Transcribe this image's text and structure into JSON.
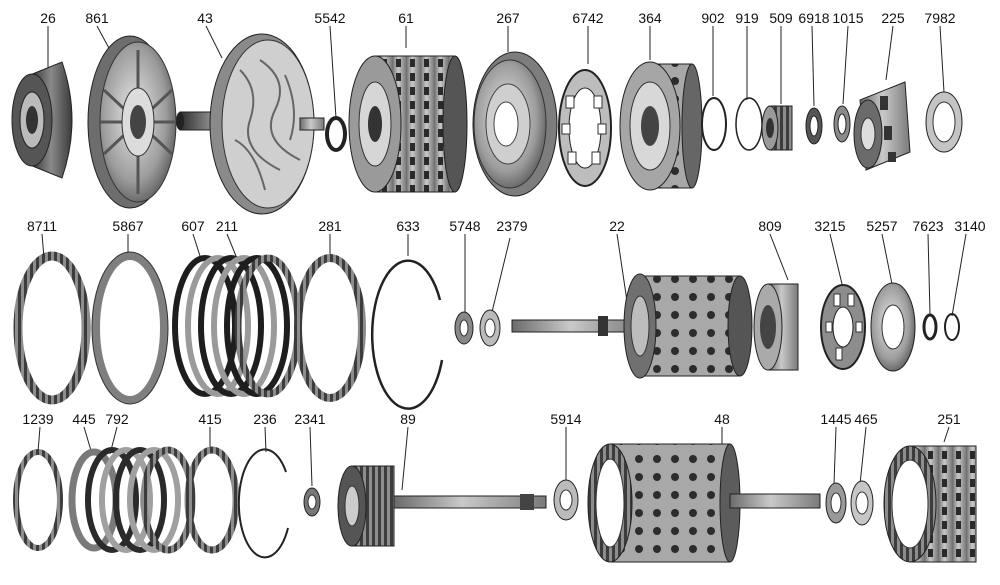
{
  "diagram": {
    "rows": [
      {
        "parts": [
          {
            "label": "26",
            "icon": "pump-cover-icon"
          },
          {
            "label": "861",
            "icon": "pump-body-icon"
          },
          {
            "label": "43",
            "icon": "stator-support-shaft-icon"
          },
          {
            "label": "5542",
            "icon": "seal-ring-icon"
          },
          {
            "label": "61",
            "icon": "clutch-drum-icon"
          },
          {
            "label": "267",
            "icon": "piston-icon"
          },
          {
            "label": "6742",
            "icon": "return-spring-icon"
          },
          {
            "label": "364",
            "icon": "hub-icon"
          },
          {
            "label": "902",
            "icon": "snap-ring-icon"
          },
          {
            "label": "919",
            "icon": "snap-ring-icon"
          },
          {
            "label": "509",
            "icon": "gear-icon"
          },
          {
            "label": "6918",
            "icon": "washer-icon"
          },
          {
            "label": "1015",
            "icon": "washer-icon"
          },
          {
            "label": "225",
            "icon": "planet-carrier-icon"
          },
          {
            "label": "7982",
            "icon": "bearing-icon"
          }
        ]
      },
      {
        "parts": [
          {
            "label": "8711",
            "icon": "clutch-plate-icon"
          },
          {
            "label": "5867",
            "icon": "clutch-plate-icon"
          },
          {
            "label": "607",
            "icon": "clutch-pack-icon"
          },
          {
            "label": "211",
            "icon": "clutch-pack-icon"
          },
          {
            "label": "281",
            "icon": "clutch-plate-icon"
          },
          {
            "label": "633",
            "icon": "snap-ring-icon"
          },
          {
            "label": "5748",
            "icon": "washer-icon"
          },
          {
            "label": "2379",
            "icon": "bearing-icon"
          },
          {
            "label": "22",
            "icon": "input-shaft-drum-icon"
          },
          {
            "label": "809",
            "icon": "piston-icon"
          },
          {
            "label": "3215",
            "icon": "return-spring-icon"
          },
          {
            "label": "5257",
            "icon": "piston-icon"
          },
          {
            "label": "7623",
            "icon": "seal-ring-icon"
          },
          {
            "label": "3140",
            "icon": "snap-ring-icon"
          }
        ]
      },
      {
        "parts": [
          {
            "label": "1239",
            "icon": "clutch-plate-icon"
          },
          {
            "label": "445",
            "icon": "clutch-plate-icon"
          },
          {
            "label": "792",
            "icon": "clutch-pack-icon"
          },
          {
            "label": "415",
            "icon": "clutch-plate-icon"
          },
          {
            "label": "236",
            "icon": "snap-ring-icon"
          },
          {
            "label": "2341",
            "icon": "washer-icon"
          },
          {
            "label": "89",
            "icon": "output-shaft-icon"
          },
          {
            "label": "5914",
            "icon": "bearing-icon"
          },
          {
            "label": "48",
            "icon": "clutch-housing-shaft-icon"
          },
          {
            "label": "1445",
            "icon": "washer-icon"
          },
          {
            "label": "465",
            "icon": "bearing-icon"
          },
          {
            "label": "251",
            "icon": "ring-gear-icon"
          }
        ]
      }
    ]
  }
}
